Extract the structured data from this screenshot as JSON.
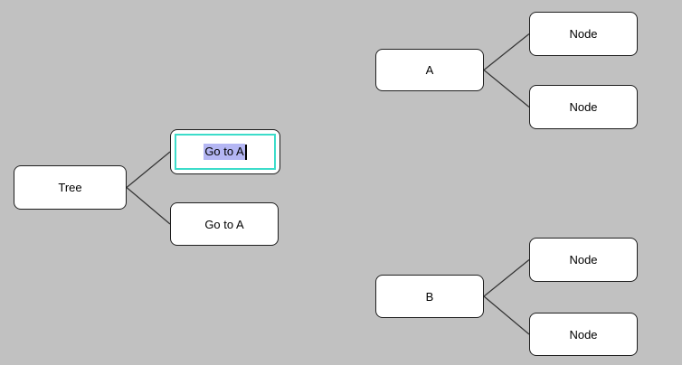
{
  "canvas": {
    "background_color": "#c1c1c1",
    "node_fill_color": "#ffffff",
    "node_border_color": "#1f1f1f",
    "link_color": "#333333"
  },
  "editor": {
    "text": "Go to A",
    "state": "active-inline-edit-text-selected-caret-at-end",
    "active_outline_color": "#3cdcca",
    "selection_highlight_color": "#b4b6f3"
  },
  "trees": [
    {
      "root": "Tree",
      "children": [
        "Go to A",
        "Go to A"
      ]
    },
    {
      "root": "A",
      "children": [
        "Node",
        "Node"
      ]
    },
    {
      "root": "B",
      "children": [
        "Node",
        "Node"
      ]
    }
  ]
}
